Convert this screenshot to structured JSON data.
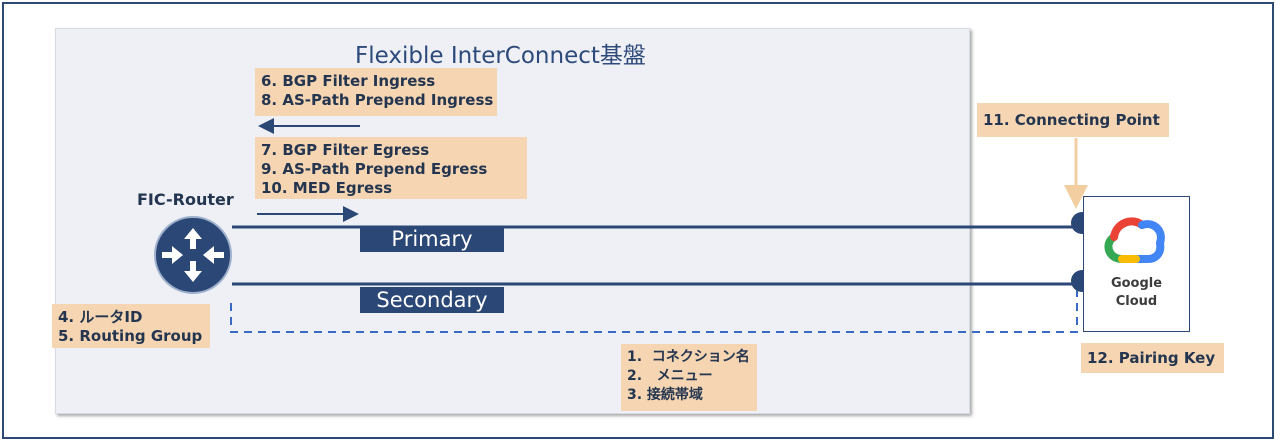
{
  "title": "Flexible InterConnect基盤",
  "router": {
    "label": "FIC-Router"
  },
  "notes": {
    "ingress": [
      "6. BGP Filter Ingress",
      "8. AS-Path Prepend Ingress"
    ],
    "egress": [
      "7. BGP Filter Egress",
      "9. AS-Path Prepend Egress",
      "10. MED Egress"
    ],
    "router_settings": [
      "4. ルータID",
      "5. Routing Group"
    ],
    "connection_settings": [
      "1.  コネクション名",
      "2.   メニュー",
      "3. 接続帯域"
    ],
    "connecting_point": "11. Connecting Point",
    "pairing_key": "12. Pairing Key"
  },
  "lines": {
    "primary": "Primary",
    "secondary": "Secondary"
  },
  "google_cloud": {
    "line1": "Google",
    "line2": "Cloud"
  },
  "colors": {
    "navy": "#2b4775",
    "note_bg": "#f6d5b2",
    "panel_bg": "#eef0f5",
    "dashed_line": "#3a6bc4",
    "connector_arrow": "#f2ceA0"
  }
}
